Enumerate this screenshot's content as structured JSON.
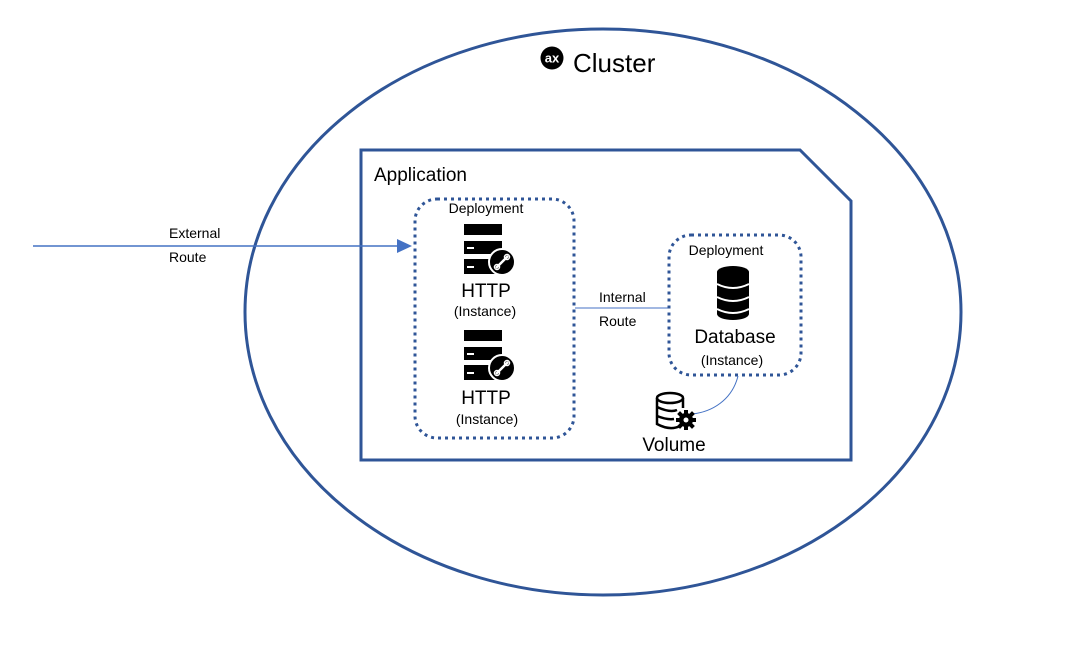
{
  "cluster": {
    "title": "Cluster",
    "logo_text": "ax"
  },
  "application": {
    "title": "Application"
  },
  "external_route": {
    "line1": "External",
    "line2": "Route"
  },
  "internal_route": {
    "line1": "Internal",
    "line2": "Route"
  },
  "http_deployment": {
    "label": "Deployment",
    "instances": [
      {
        "name": "HTTP",
        "sub": "(Instance)",
        "icon": "server-link-icon"
      },
      {
        "name": "HTTP",
        "sub": "(Instance)",
        "icon": "server-link-icon"
      }
    ]
  },
  "db_deployment": {
    "label": "Deployment",
    "instance": {
      "name": "Database",
      "sub": "(Instance)",
      "icon": "database-icon"
    }
  },
  "volume": {
    "label": "Volume",
    "icon": "database-gear-icon"
  },
  "colors": {
    "border": "#2f5597",
    "arrow": "#4472c4",
    "icon": "#000000"
  }
}
